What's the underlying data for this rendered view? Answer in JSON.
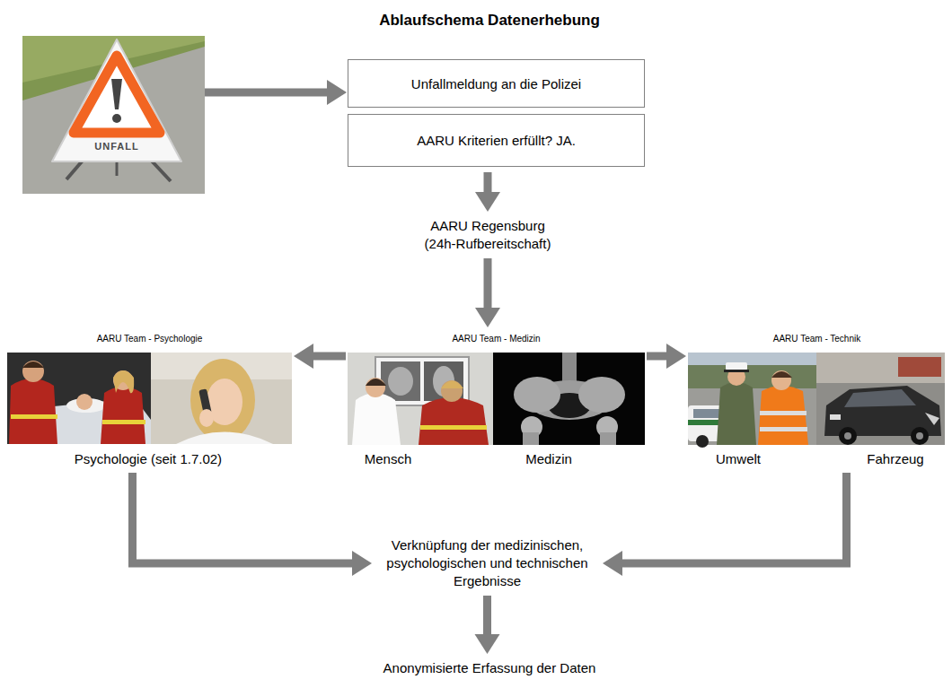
{
  "diagram": {
    "title": "Ablaufschema Datenerhebung",
    "nodes": [
      {
        "text": [
          "Unfallmeldung an die Polizei"
        ]
      },
      {
        "text": [
          "AARU Kriterien erfüllt? JA."
        ]
      },
      {
        "text": [
          "AARU Regensburg (24h-Rufbereitschaft)"
        ]
      },
      {
        "text": [
          "AARU Team - Psychologie",
          "Psychologie (seit 1.7.02)"
        ]
      },
      {
        "text": [
          "AARU Team - Medizin",
          "Mensch",
          "Medizin"
        ]
      },
      {
        "text": [
          "AARU Team - Technik",
          "Umwelt",
          "Fahrzeug"
        ]
      },
      {
        "text": [
          "Verknüpfung der medizinischen, psychologischen und technischen Ergebnisse"
        ]
      },
      {
        "text": [
          "Anonymisierte Erfassung der Daten"
        ]
      }
    ],
    "edges": [
      {
        "from": 1,
        "to": 2,
        "arrow": "to"
      },
      {
        "from": 2,
        "to": 4,
        "arrow": "to"
      },
      {
        "from": 4,
        "to": 3,
        "arrow": "to"
      },
      {
        "from": 4,
        "to": 5,
        "arrow": "to"
      },
      {
        "from": 3,
        "to": 6,
        "arrow": "to"
      },
      {
        "from": 5,
        "to": 6,
        "arrow": "to"
      },
      {
        "from": 6,
        "to": 7,
        "arrow": "to"
      }
    ],
    "labels": [
      "UNFALL"
    ]
  }
}
